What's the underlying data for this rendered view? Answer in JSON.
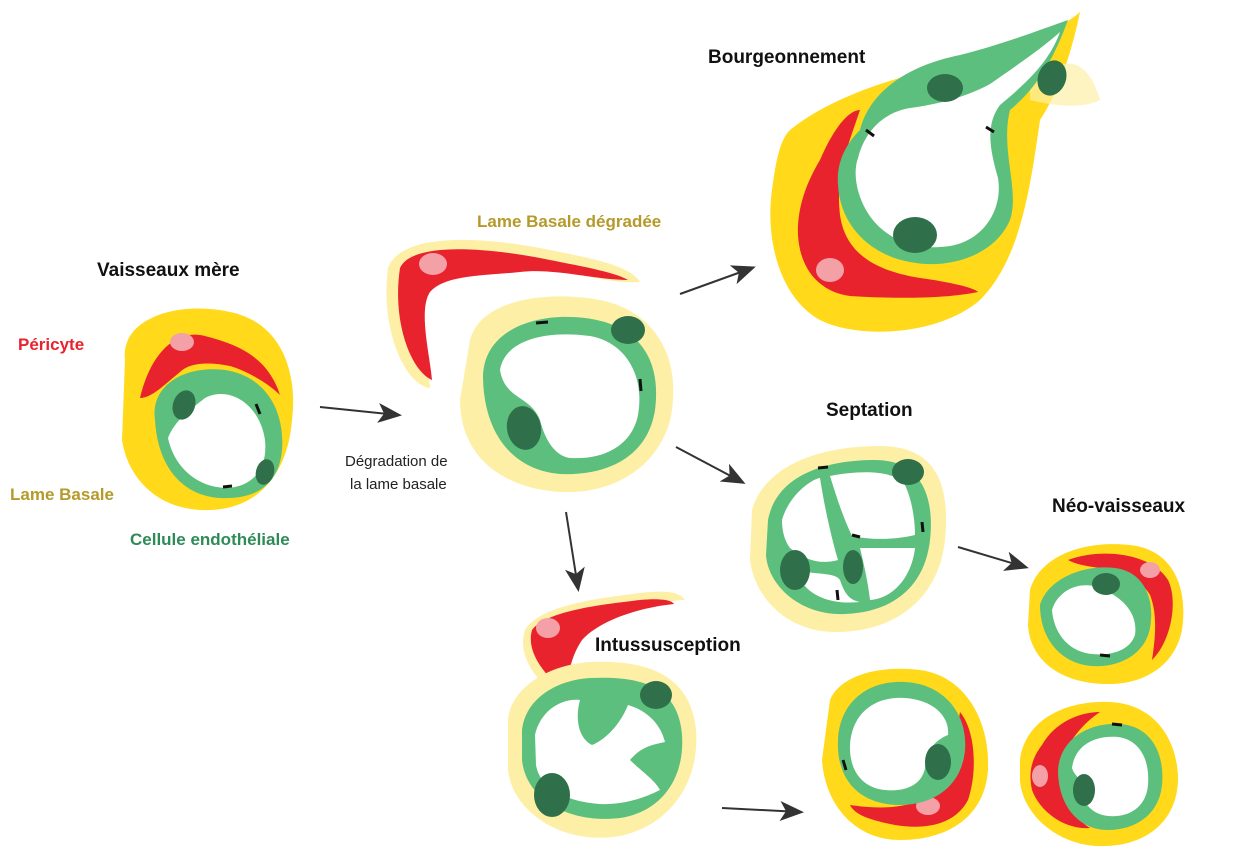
{
  "labels": {
    "parent_vessel": "Vaisseaux mère",
    "pericyte": "Péricyte",
    "basal_lamina": "Lame Basale",
    "endothelial_cell": "Cellule endothéliale",
    "degradation_line1": "Dégradation de",
    "degradation_line2": "la lame basale",
    "degraded_lamina": "Lame Basale dégradée",
    "sprouting": "Bourgeonnement",
    "septation": "Septation",
    "new_vessels": "Néo-vaisseaux",
    "intussusception": "Intussusception"
  },
  "colors": {
    "lamina": "#ffd91a",
    "lamina_pale": "#fdf0a6",
    "pericyte": "#e8232d",
    "pericyte_nucleus": "#f3a0a6",
    "endothelium": "#5dbf7d",
    "endo_nucleus": "#2f6f4a",
    "lumen": "#ffffff",
    "junction": "#111111",
    "arrow": "#333333"
  }
}
